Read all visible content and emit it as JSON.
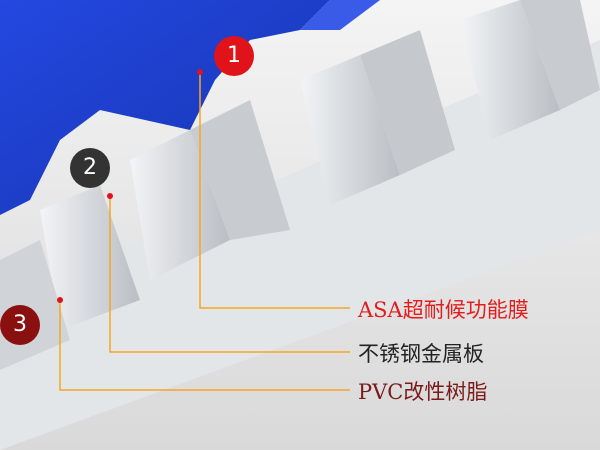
{
  "badges": [
    {
      "number": "1",
      "color": "#e0121a"
    },
    {
      "number": "2",
      "color": "#333333"
    },
    {
      "number": "3",
      "color": "#8a1010"
    }
  ],
  "labels": [
    {
      "text": "ASA超耐候功能膜",
      "color": "#e31c1c"
    },
    {
      "text": "不锈钢金属板",
      "color": "#222222"
    },
    {
      "text": "PVC改性树脂",
      "color": "#7a1a1a"
    }
  ],
  "colors": {
    "leader_line": "#f5a623",
    "sheet_blue": "#1f3fcc",
    "steel": "#d8dce0"
  }
}
